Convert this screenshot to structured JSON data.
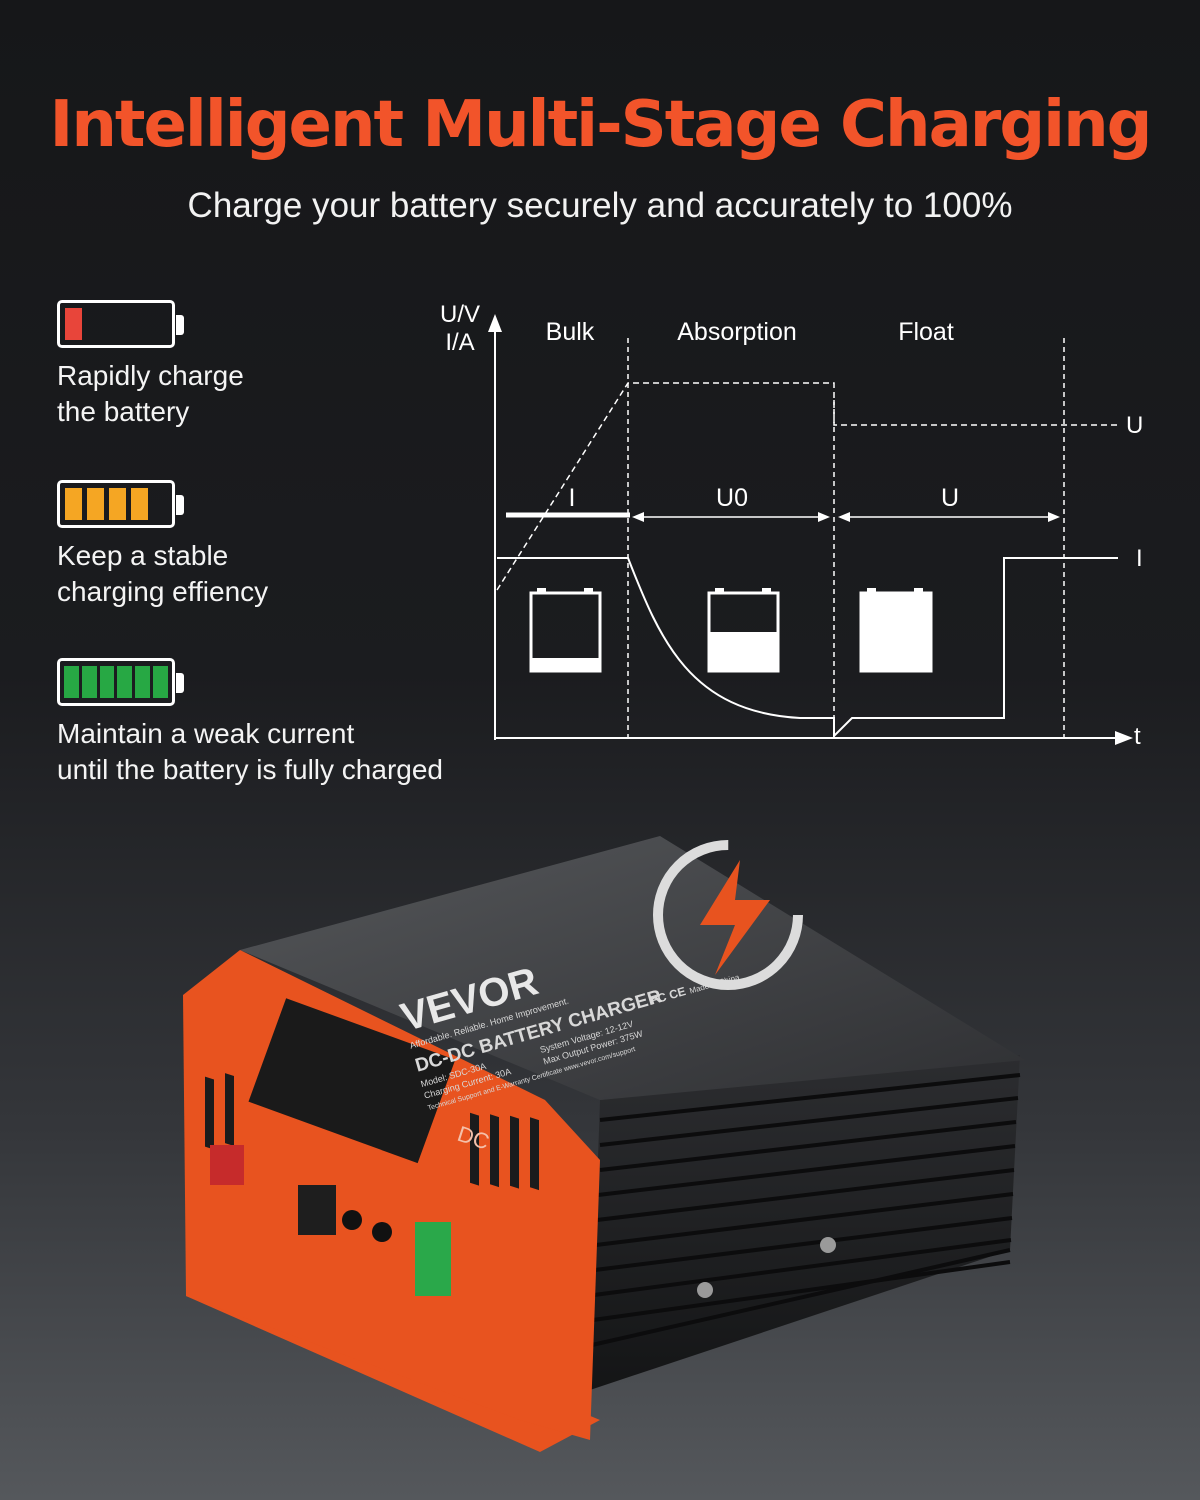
{
  "header": {
    "title": "Intelligent Multi-Stage Charging",
    "subtitle": "Charge your battery securely and accurately to 100%"
  },
  "features": [
    {
      "text": "Rapidly charge\nthe battery",
      "level": "1 of 5 cells",
      "color": "#e8453a",
      "icon": "battery-low-icon"
    },
    {
      "text": "Keep a stable\ncharging effiency",
      "level": "4 of 5 cells",
      "color": "#f5a623",
      "icon": "battery-medium-icon"
    },
    {
      "text": "Maintain a weak current\nuntil the battery is fully charged",
      "level": "6 of 6 cells",
      "color": "#27a844",
      "icon": "battery-full-icon"
    }
  ],
  "diagram": {
    "y_label_1": "U/V",
    "y_label_2": "I/A",
    "x_label": "t",
    "stages": [
      "Bulk",
      "Absorption",
      "Float"
    ],
    "segment_labels": [
      "I",
      "U0",
      "U"
    ],
    "right_labels": [
      "U",
      "I"
    ]
  },
  "product": {
    "brand": "VEVOR",
    "tagline": "Affordable. Reliable. Home Improvement.",
    "name": "DC-DC BATTERY CHARGER",
    "model_line": "Model: SDC-30A",
    "current_line": "Charging Current: 30A",
    "voltage_line": "System Voltage: 12-12V",
    "power_line": "Max Output Power: 375W",
    "support_line": "Technical Support and E-Warranty Certificate www.vevor.com/support",
    "origin": "Made in China",
    "cert": "FC CE",
    "side_label": "DC",
    "colors": {
      "accent": "#e8531f",
      "body": "#2b2c2e"
    }
  }
}
